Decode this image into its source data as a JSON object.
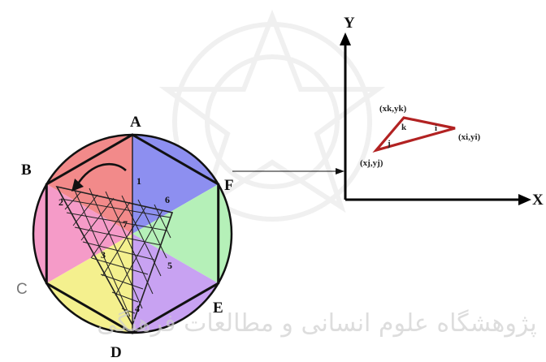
{
  "hexagon_vertices": {
    "a": "A",
    "b": "B",
    "c": "C",
    "d": "D",
    "e": "E",
    "f": "F"
  },
  "mesh_numbers": [
    "1",
    "2",
    "3",
    "4",
    "5",
    "6",
    "7"
  ],
  "axes": {
    "y": "Y",
    "x": "X"
  },
  "triangle": {
    "p_k": "(xk,yk)",
    "p_j": "(xj,yj)",
    "p_i": "(xi,yi)",
    "corner_k": "k",
    "corner_j": "j",
    "corner_i": "i"
  },
  "watermark_text": "پژوهشگاه علوم انسانی و مطالعات فرهنگی",
  "colors": {
    "sector_top_left": "#f28a8a",
    "sector_top_right": "#8d8ff0",
    "sector_right": "#b5f0b8",
    "sector_bottom_right": "#c8a2f2",
    "sector_bottom_left": "#f4f08e",
    "sector_left": "#f59bc8",
    "triangle_stroke": "#b22222",
    "axes_stroke": "#000000"
  }
}
